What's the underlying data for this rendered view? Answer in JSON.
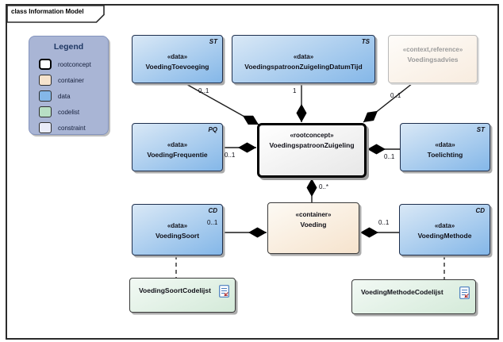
{
  "frame": {
    "title": "class Information Model"
  },
  "legend": {
    "title": "Legend",
    "items": [
      {
        "label": "rootconcept"
      },
      {
        "label": "container"
      },
      {
        "label": "data"
      },
      {
        "label": "codelist"
      },
      {
        "label": "constraint"
      }
    ]
  },
  "nodes": {
    "voeding_toevoeging": {
      "stereotype": "«data»",
      "name": "VoedingToevoeging",
      "type_marker": "ST"
    },
    "voedingspatroon_datumtijd": {
      "stereotype": "«data»",
      "name": "VoedingspatroonZuigelingDatumTijd",
      "type_marker": "TS"
    },
    "voedingsadvies": {
      "stereotype": "«context,reference»",
      "name": "Voedingsadvies"
    },
    "voeding_frequentie": {
      "stereotype": "«data»",
      "name": "VoedingFrequentie",
      "type_marker": "PQ"
    },
    "voedingspatroon_zuigeling": {
      "stereotype": "«rootconcept»",
      "name": "VoedingspatroonZuigeling"
    },
    "toelichting": {
      "stereotype": "«data»",
      "name": "Toelichting",
      "type_marker": "ST"
    },
    "voeding_soort": {
      "stereotype": "«data»",
      "name": "VoedingSoort",
      "type_marker": "CD"
    },
    "voeding": {
      "stereotype": "«container»",
      "name": "Voeding"
    },
    "voeding_methode": {
      "stereotype": "«data»",
      "name": "VoedingMethode",
      "type_marker": "CD"
    },
    "voeding_soort_codelijst": {
      "name": "VoedingSoortCodelijst"
    },
    "voeding_methode_codelijst": {
      "name": "VoedingMethodeCodelijst"
    }
  },
  "mult": {
    "toevoeging": "0..1",
    "datumtijd": "1",
    "voedingsadvies": "0..1",
    "frequentie": "0..1",
    "toelichting": "0..1",
    "voeding": "0..*",
    "voeding_soort": "0..1",
    "voeding_methode": "0..1"
  },
  "colors": {
    "data-fill-light": "#d9e8f6",
    "data-fill-dark": "#84b7e8",
    "data-border": "#1e2f4d",
    "container-fill-light": "#fdfaf4",
    "container-fill-dark": "#f6e3cd",
    "root-fill-light": "#ffffff",
    "root-fill-dark": "#e7e7e7",
    "codelist-fill-light": "#f2f9f4",
    "codelist-fill-dark": "#d4ead9",
    "codelist-swatch": "#b8dfc5",
    "constraint-fill": "#e9ecf9",
    "ghost-fill-light": "#fefcf9",
    "ghost-fill-dark": "#f8ecdf",
    "ghost-border": "#b9b9b9",
    "ghost-text": "#9b9b9b",
    "legend-bg": "#a9b5d5",
    "legend-border": "#8494bd",
    "legend-title": "#1f3864",
    "line": "#1a1a1a",
    "text": "#101018"
  }
}
